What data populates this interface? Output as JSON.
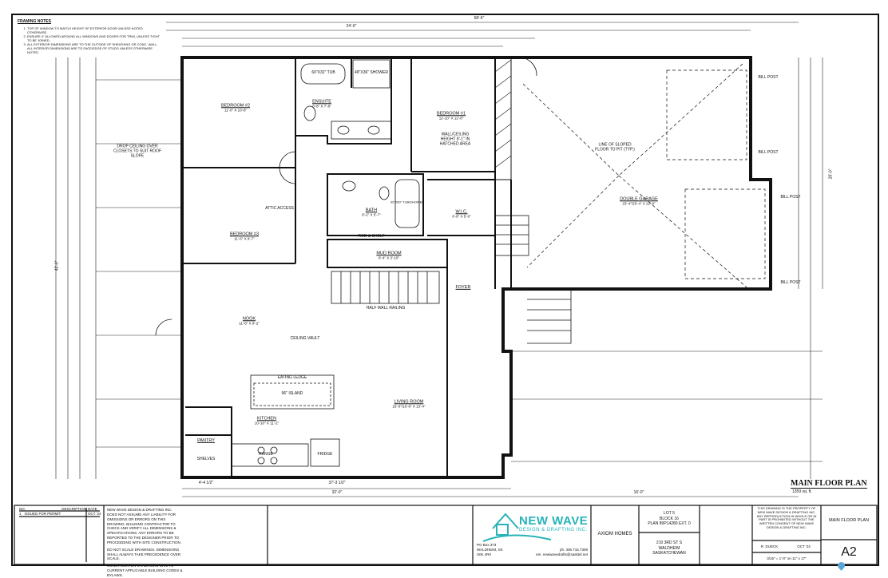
{
  "drawing_notes": {
    "heading": "FRAMING NOTES",
    "items": [
      "TOP OF WINDOW TO MATCH HEIGHT OF EXTERIOR DOOR UNLESS NOTED OTHERWISE.",
      "ENSURE 4\" ALLOWED AROUND ALL WINDOWS AND DOORS FOR TRIM, UNLESS TIGHT TO BE JOINED.",
      "ALL EXTERIOR DIMENSIONS ARE TO THE OUTSIDE OF SHEATHING OR CONC. WALL. ALL INTERIOR DIMENSIONS ARE TO FACE/EDGE OF STUDS UNLESS OTHERWISE NOTED."
    ]
  },
  "rooms": {
    "bedroom2": {
      "name": "BEDROOM #2",
      "dims": "11'-0\" x 10'-8\""
    },
    "ensuite": {
      "name": "ENSUITE",
      "dims": "8'-8\" x 7'-8\""
    },
    "bedroom1": {
      "name": "BEDROOM #1",
      "dims": "11'-10\" x 12'-8\""
    },
    "bedroom3": {
      "name": "BEDROOM #3",
      "dims": "11'-6\" x 9'-7\""
    },
    "bath": {
      "name": "BATH",
      "dims": "8'-2\" x 5'-7\""
    },
    "wic": {
      "name": "W.I.C.",
      "dims": "6'-8\" x 5'-0\""
    },
    "mud_room": {
      "name": "MUD ROOM",
      "dims": "8'-4\" x 3'-10\""
    },
    "nook": {
      "name": "NOOK",
      "dims": "11'-8\" x 9'-2\""
    },
    "kitchen": {
      "name": "KITCHEN",
      "dims": "10'-10\" x 11'-2\""
    },
    "living_room": {
      "name": "LIVING ROOM",
      "dims": "15'-0\"/16'-8\" x 13'-4\""
    },
    "foyer": {
      "name": "FOYER",
      "dims": ""
    },
    "pantry": {
      "name": "PANTRY",
      "dims": ""
    },
    "double_garage": {
      "name": "DOUBLE GARAGE",
      "dims": "23'-4\"/25'-4\" x 22'-0\""
    }
  },
  "annotations": {
    "eating_ledge": "EATING LEDGE",
    "island": "96\" ISLAND",
    "ceiling_vault": "CEILING VAULT",
    "range": "RANGE",
    "fridge": "FRIDGE",
    "shelves": "SHELVES",
    "rod_shelf": "ROD & SHELF",
    "half_wall": "HALF WALL RAILING",
    "sloped_floor": "LINE OF SLOPED FLOOR TO PIT (TYP.)",
    "wall_ceiling": "WALL/CEILING HEIGHT 8'-1\" IN HATCHED AREA",
    "bill_post": "BILL POST",
    "drop_ceiling": "DROP CEILING OVER CLOSETS TO SUIT ROOF SLOPE",
    "attic_access": "ATTIC ACCESS",
    "tub": "60\"x32\" TUB",
    "shower": "48\"x36\" SHOWER",
    "tub_shower": "32\"x60\" TUB/SHOWER"
  },
  "dimensions": {
    "overall_width": "58'-6\"",
    "overall_depth": "42'-0\"",
    "front_left": "4'-4 1/2\"",
    "front_mid": "37'-3 1/2\"",
    "front_bottom": "32'-0\"",
    "garage_front": "16'-0\"",
    "garage_depth": "26'-0\"",
    "top_left": "24'-0\""
  },
  "plan_title": {
    "title": "MAIN FLOOR PLAN",
    "area": "1359 sq. ft."
  },
  "title_block": {
    "revision_headers": [
      "NO.",
      "DESCRIPTION",
      "DATE"
    ],
    "revision_rows": [
      [
        "1",
        "ISSUED FOR PERMIT",
        "OCT '24"
      ]
    ],
    "disclaimer": "New Wave Design & Drafting Inc. DOES NOT ASSUME ANY LIABILITY FOR OMISSIONS OR ERRORS ON THIS DRAWING. BUILDING CONTRACTOR TO CHECK AND VERIFY ALL DIMENSIONS & SPECIFICATIONS. ANY ERRORS TO BE REPORTED TO THE DESIGNER PRIOR TO PROCEEDING WITH SITE CONSTRUCTION.",
    "scale_note": "DO NOT SCALE DRAWINGS. DIMENSIONS SHALL ALWAYS TAKE PRECEDENCE OVER SCALE.",
    "code_note": "CONSTRUCTION SHALL CONFORM TO CURRENT APPLICABLE BUILDING CODES & BYLAWS.",
    "company": "NEW WAVE",
    "company_sub": "DESIGN & DRAFTING INC.",
    "address": [
      "PO Box 373",
      "WALDHEIM, SK",
      "S0K 4R0"
    ],
    "phone": "ph. 306.715.7309",
    "email": "em. newwavedrafts@sasktel.net",
    "client": "AXIOM HOMES",
    "legal": [
      "LOT 5",
      "BLOCK 16",
      "PLAN 89P14280 EXT. 0"
    ],
    "civic": [
      "210 3rd ST S",
      "WALDHEIM",
      "SASKATCHEWAN"
    ],
    "copyright": "THIS DRAWING IS THE PROPERTY OF New Wave Design & Drafting Inc. ANY REPRODUCTION IN WHOLE OR IN PART IS PROHIBITED WITHOUT THE WRITTEN CONSENT OF New Wave Design & Drafting Inc.",
    "drawn_by": "R. DUECK",
    "date": "OCT '24",
    "scale": "3/16\" = 1'-0\" on 11\" x 17\"",
    "sheet_title": "MAIN FLOOR PLAN",
    "sheet_number": "A2"
  },
  "colors": {
    "brand": "#27b3b8",
    "line": "#111111",
    "pin": "#5aa6d8"
  }
}
